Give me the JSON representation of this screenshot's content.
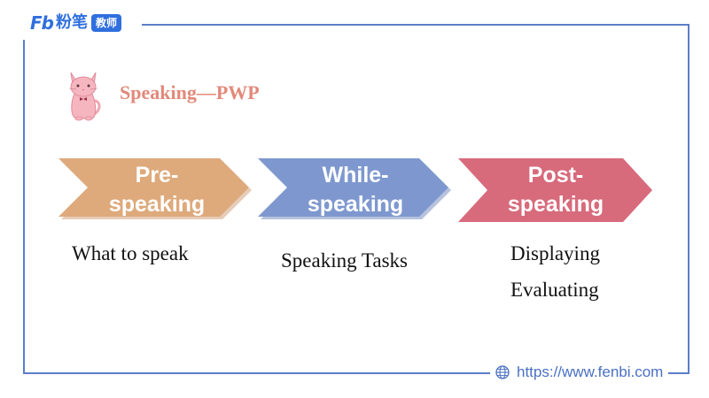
{
  "header": {
    "logo_fb": "Fb",
    "logo_brand": "粉笔",
    "logo_badge": "教师"
  },
  "slide": {
    "title": "Speaking—PWP",
    "stages": [
      {
        "label_line1": "Pre-",
        "label_line2": "speaking",
        "color": "#deaa7c"
      },
      {
        "label_line1": "While-",
        "label_line2": "speaking",
        "color": "#7e98cf"
      },
      {
        "label_line1": "Post-",
        "label_line2": "speaking",
        "color": "#d76b7c"
      }
    ],
    "descriptions": {
      "pre": "What to speak",
      "while": "Speaking Tasks",
      "post_line1": "Displaying",
      "post_line2": "Evaluating"
    }
  },
  "footer": {
    "url": "https://www.fenbi.com"
  },
  "colors": {
    "frame": "#5b7ec9",
    "brand_blue": "#2f6fde",
    "title": "#e2897a"
  },
  "icons": {
    "mascot": "cat-mascot-icon",
    "globe": "globe-icon"
  }
}
